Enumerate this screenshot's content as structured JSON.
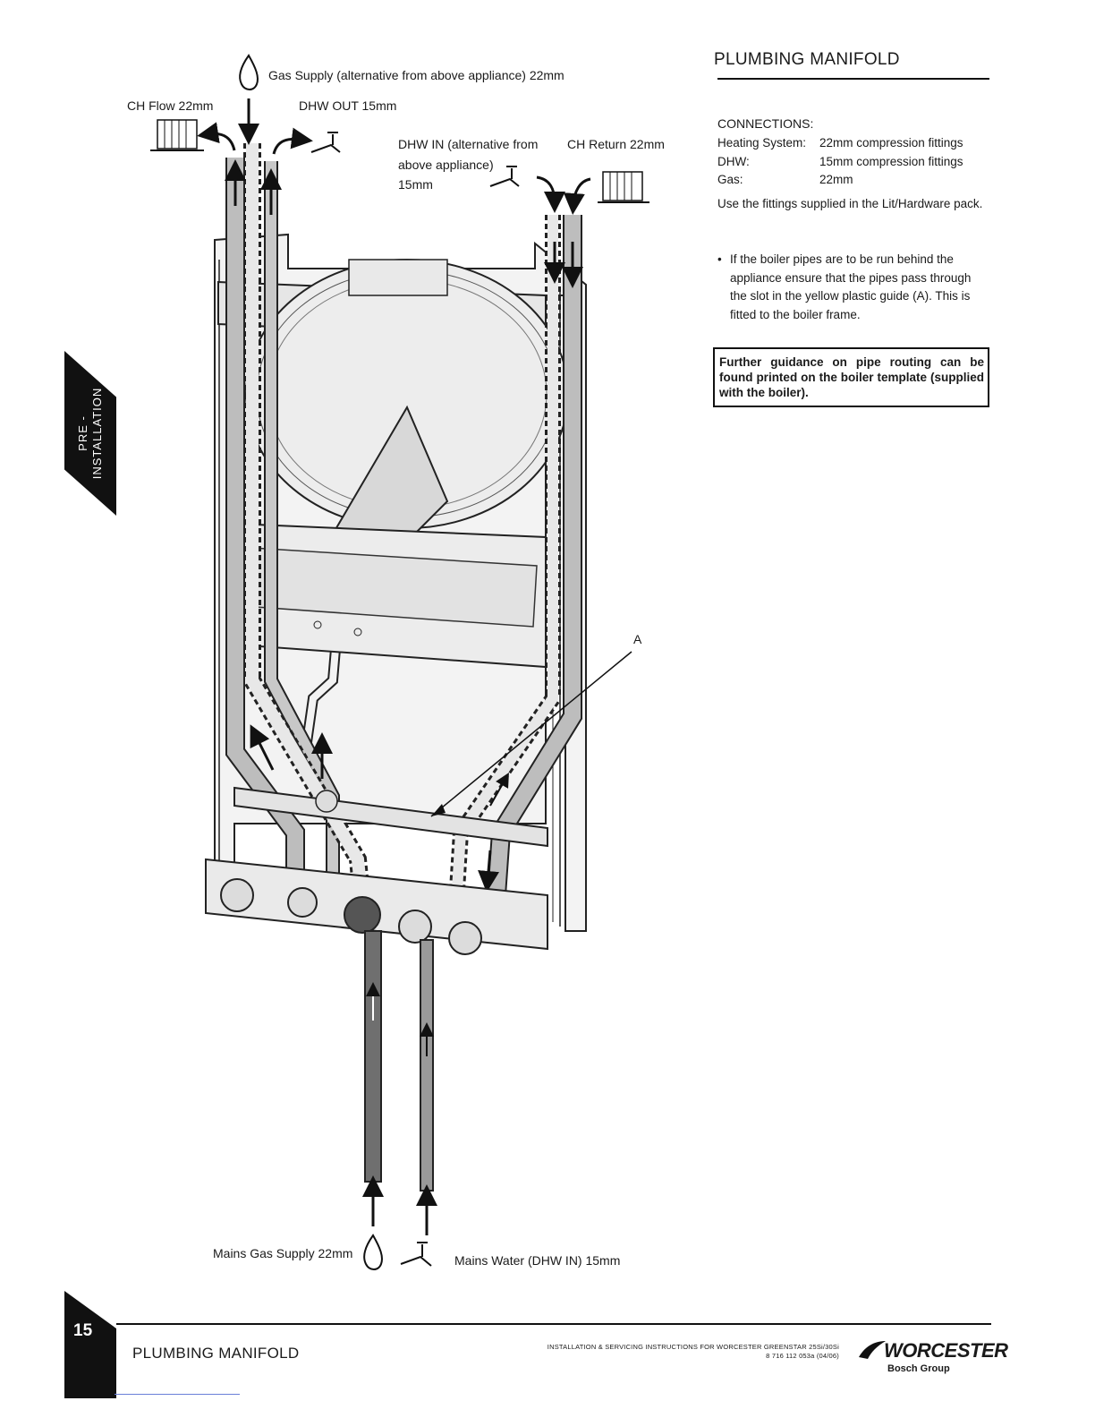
{
  "side_tab": {
    "line1": "PRE -",
    "line2": "INSTALLATION"
  },
  "section": {
    "title": "PLUMBING MANIFOLD",
    "connections_heading": "CONNECTIONS:",
    "connections": [
      {
        "label": "Heating System:",
        "value": "22mm compression fittings"
      },
      {
        "label": "DHW:",
        "value": "15mm compression fittings"
      },
      {
        "label": "Gas:",
        "value": "22mm"
      }
    ],
    "note": "Use the fittings supplied in the Lit/Hardware pack.",
    "bullet": "If the boiler pipes are to be run behind the appliance ensure that the pipes pass through the slot in the yellow plastic guide (A). This is fitted to the boiler frame.",
    "guidance": "Further guidance on pipe routing can be found printed on the boiler template (supplied with the boiler)."
  },
  "diagram": {
    "gas_supply_top": "Gas Supply (alternative from above appliance) 22mm",
    "ch_flow": "CH Flow 22mm",
    "dhw_out": "DHW OUT 15mm",
    "dhw_in_l1": "DHW IN (alternative from",
    "dhw_in_l2": "above appliance)",
    "dhw_in_l3": "15mm",
    "ch_return": "CH Return 22mm",
    "guide_label": "A",
    "mains_gas": "Mains Gas Supply 22mm",
    "mains_water": "Mains Water (DHW IN) 15mm"
  },
  "footer": {
    "page_number": "15",
    "title": "PLUMBING MANIFOLD",
    "doc_line1": "INSTALLATION & SERVICING INSTRUCTIONS FOR WORCESTER GREENSTAR 25Si/30Si",
    "doc_line2": "8 716 112 053a (04/06)",
    "brand": "WORCESTER",
    "brand_sub": "Bosch Group"
  }
}
